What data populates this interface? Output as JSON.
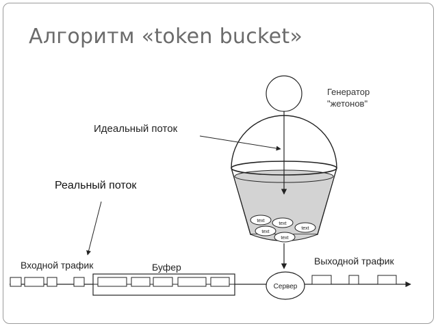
{
  "title": "Алгоритм «token bucket»",
  "labels": {
    "generator_line1": "Генератор",
    "generator_line2": "\"жетонов\"",
    "ideal_flow": "Идеальный поток",
    "real_flow": "Реальный поток",
    "input_traffic": "Входной трафик",
    "buffer": "Буфер",
    "output_traffic": "Выходной трафик",
    "server": "Сервер"
  },
  "tokens": [
    "text",
    "text",
    "text",
    "text",
    "text"
  ],
  "colors": {
    "water": "#d3d3d3",
    "stroke": "#222222",
    "title": "#6b6b6b",
    "frame": "#9a9a9a"
  }
}
